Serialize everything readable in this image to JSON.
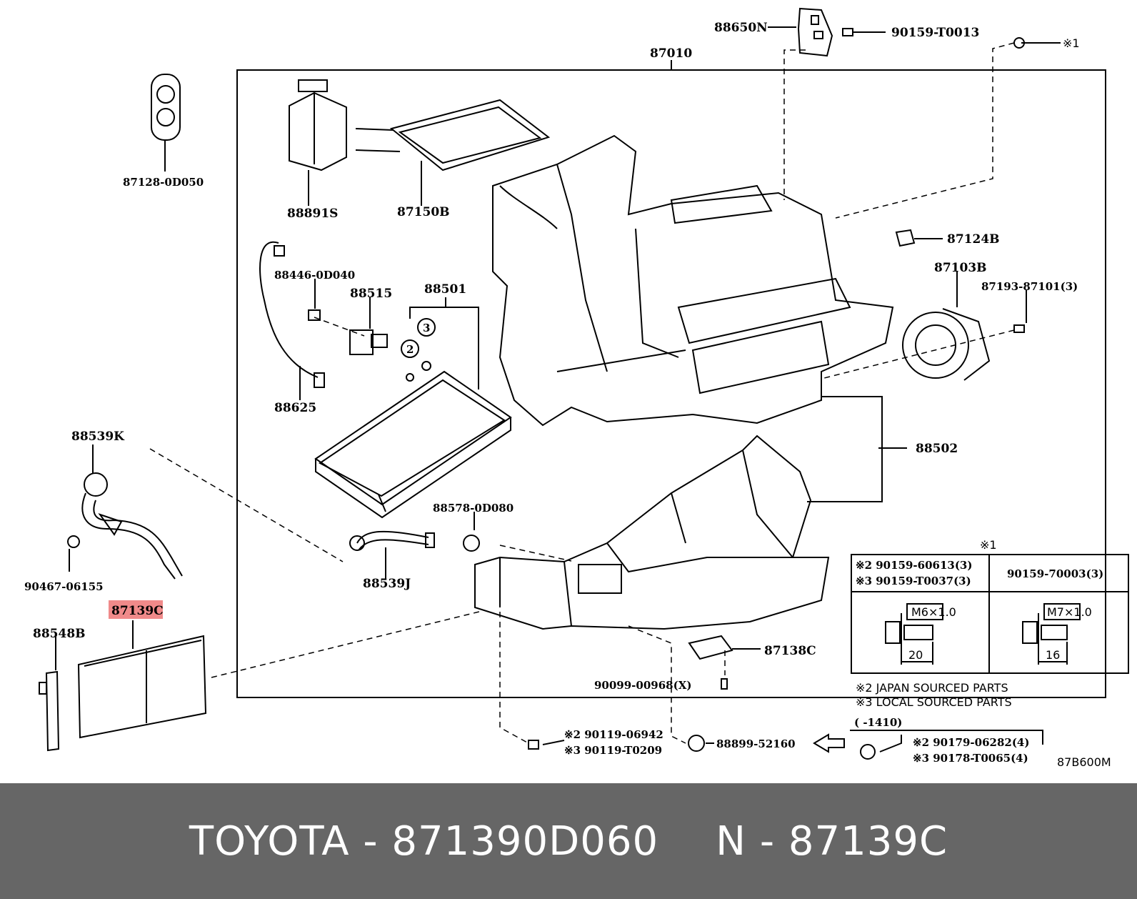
{
  "diagram": {
    "labels": {
      "p88650N": "88650N",
      "p90159T0013": "90159-T0013",
      "p87010": "87010",
      "pRef1": "※1",
      "p871280D050": "87128-0D050",
      "p88891S": "88891S",
      "p87150B": "87150B",
      "p87124B": "87124B",
      "p87103B": "87103B",
      "p87193_87101": "87193-87101(3)",
      "p884460D040": "88446-0D040",
      "p88515": "88515",
      "p88501": "88501",
      "c2": "2",
      "c3": "3",
      "p88625": "88625",
      "p88539K": "88539K",
      "p88502": "88502",
      "p885780D080": "88578-0D080",
      "p90467_06155": "90467-06155",
      "p88539J": "88539J",
      "p87139C": "87139C",
      "p88548B": "88548B",
      "p87138C": "87138C",
      "p90099_00968": "90099-00968(X)",
      "p90119_06942": "※2 90119-06942",
      "p90119T0209": "※3 90119-T0209",
      "p88899_52160": "88899-52160",
      "range": "(      -1410)",
      "p90179_06282": "※2 90179-06282(4)",
      "p90178T0065": "※3 90178-T0065(4)",
      "diagramCode": "87B600M"
    },
    "table": {
      "title": "※1",
      "col1_line1": "※2 90159-60613(3)",
      "col1_line2": "※3 90159-T0037(3)",
      "col2": "90159-70003(3)",
      "bolt1_size": "M6×1.0",
      "bolt1_len": "20",
      "bolt2_size": "M7×1.0",
      "bolt2_len": "16"
    },
    "notes": {
      "note2": "※2 JAPAN SOURCED PARTS",
      "note3": "※3 LOCAL SOURCED PARTS"
    }
  },
  "footer": {
    "brand_part": "TOYOTA - 871390D060",
    "ref": "N - 87139C"
  },
  "colors": {
    "highlight": "#f08a8a",
    "footer_bg": "#666666"
  }
}
